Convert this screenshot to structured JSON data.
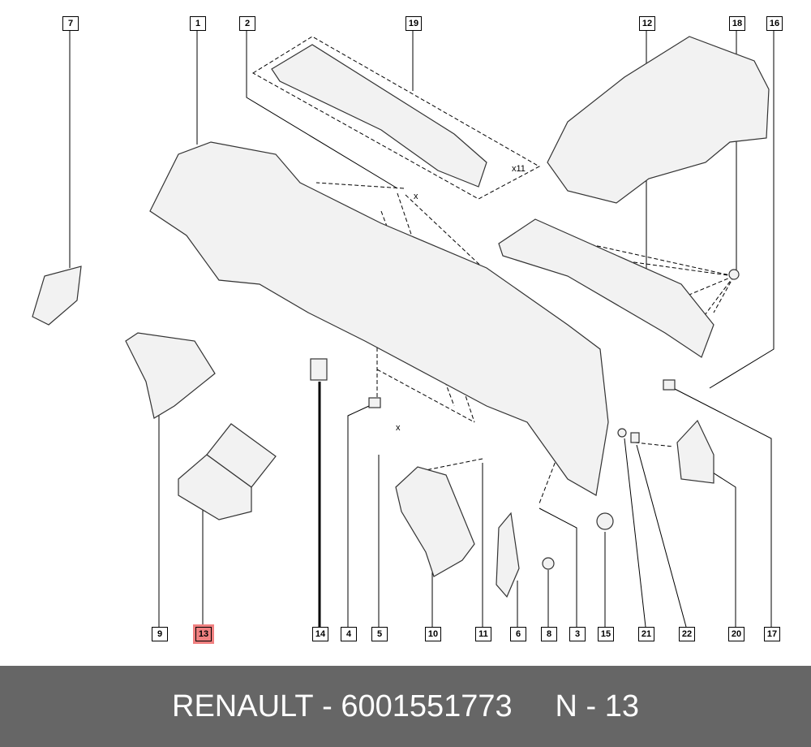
{
  "callouts_top": [
    {
      "num": "7"
    },
    {
      "num": "1"
    },
    {
      "num": "2"
    },
    {
      "num": "19"
    },
    {
      "num": "12"
    },
    {
      "num": "18"
    },
    {
      "num": "16"
    }
  ],
  "callouts_bottom": [
    {
      "num": "9"
    },
    {
      "num": "13",
      "highlighted": true
    },
    {
      "num": "14"
    },
    {
      "num": "4"
    },
    {
      "num": "5"
    },
    {
      "num": "10"
    },
    {
      "num": "11"
    },
    {
      "num": "6"
    },
    {
      "num": "8"
    },
    {
      "num": "3"
    },
    {
      "num": "15"
    },
    {
      "num": "21"
    },
    {
      "num": "22"
    },
    {
      "num": "20"
    },
    {
      "num": "17"
    }
  ],
  "quantities": {
    "screw_top": "x",
    "clip_top": "x11",
    "screw_mid": "x"
  },
  "colors": {
    "highlight": "#f08080",
    "footer_bg": "#666666",
    "footer_text": "#ffffff"
  },
  "footer": {
    "brand": "RENAULT",
    "part_number": "6001551773",
    "ref": "N - 13",
    "separator": " - ",
    "gap": "     "
  }
}
